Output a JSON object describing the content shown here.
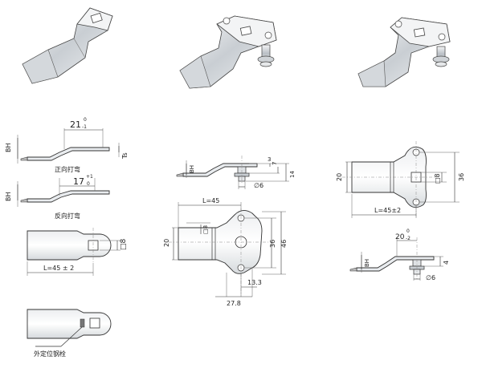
{
  "labels": {
    "forward_bend": "正向打弯",
    "reverse_bend": "反向打弯",
    "outer_pin": "外定位钢栓"
  },
  "dims": {
    "bh": "BH",
    "ts": "Ts",
    "fwd_len": "21",
    "fwd_tol_up": "0",
    "fwd_tol_low": "-1",
    "rev_len": "17",
    "rev_tol_up": "+1",
    "rev_tol_low": "0",
    "sq8": "□8",
    "len45_pm2": "L=45 ± 2",
    "len45": "L=45",
    "len45_b": "L=45±2",
    "w20": "20",
    "d3": "3",
    "d7": "7",
    "d14": "14",
    "phi6": "∅6",
    "d36": "36",
    "d46": "46",
    "d13_3": "13.3",
    "d27_8": "27.8",
    "d20_tol": "20",
    "d20_tol_up": "0",
    "d20_tol_low": "-2",
    "d4": "4"
  }
}
